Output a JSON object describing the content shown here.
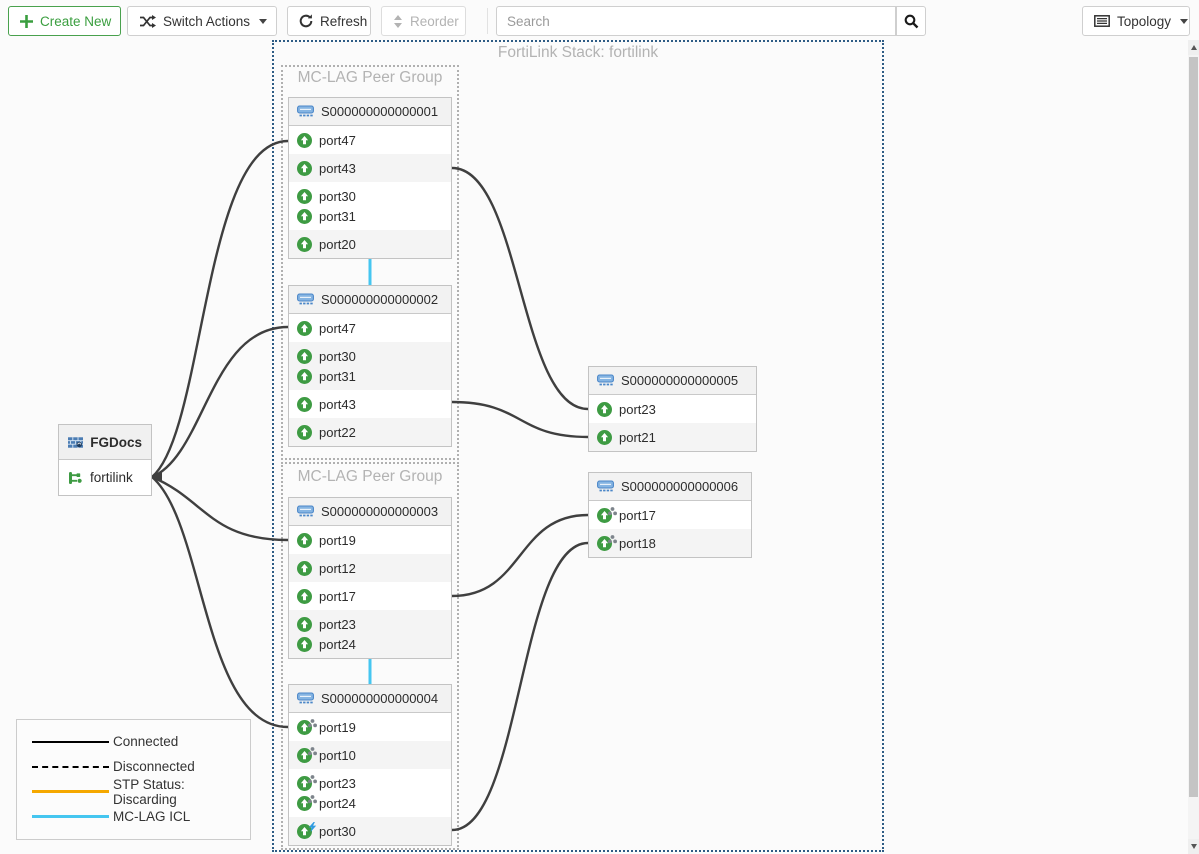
{
  "toolbar": {
    "create_new_label": "Create New",
    "switch_actions_label": "Switch Actions",
    "refresh_label": "Refresh",
    "reorder_label": "Reorder",
    "search_placeholder": "Search",
    "topology_label": "Topology"
  },
  "canvas": {
    "stack_title": "FortiLink Stack: fortilink",
    "groups": [
      {
        "title": "MC-LAG Peer Group"
      },
      {
        "title": "MC-LAG Peer Group"
      }
    ]
  },
  "fortigate": {
    "name": "FGDocs",
    "interface": "fortilink",
    "icon": "fortigate-icon",
    "interface_icon": "fortilink-icon"
  },
  "switches": [
    {
      "name": "S000000000000001",
      "icon": "switch-icon",
      "rows": [
        {
          "ports": [
            {
              "label": "port47",
              "icon": "port-up-icon"
            }
          ]
        },
        {
          "ports": [
            {
              "label": "port43",
              "icon": "port-up-icon"
            }
          ]
        },
        {
          "ports": [
            {
              "label": "port30",
              "icon": "port-up-icon"
            },
            {
              "label": "port31",
              "icon": "port-up-icon"
            }
          ]
        },
        {
          "ports": [
            {
              "label": "port20",
              "icon": "port-up-icon"
            }
          ]
        }
      ]
    },
    {
      "name": "S000000000000002",
      "icon": "switch-icon",
      "rows": [
        {
          "ports": [
            {
              "label": "port47",
              "icon": "port-up-icon"
            }
          ]
        },
        {
          "ports": [
            {
              "label": "port30",
              "icon": "port-up-icon"
            },
            {
              "label": "port31",
              "icon": "port-up-icon"
            }
          ]
        },
        {
          "ports": [
            {
              "label": "port43",
              "icon": "port-up-icon"
            }
          ]
        },
        {
          "ports": [
            {
              "label": "port22",
              "icon": "port-up-icon"
            }
          ]
        }
      ]
    },
    {
      "name": "S000000000000003",
      "icon": "switch-icon",
      "rows": [
        {
          "ports": [
            {
              "label": "port19",
              "icon": "port-up-icon"
            }
          ]
        },
        {
          "ports": [
            {
              "label": "port12",
              "icon": "port-up-icon"
            }
          ]
        },
        {
          "ports": [
            {
              "label": "port17",
              "icon": "port-up-icon"
            }
          ]
        },
        {
          "ports": [
            {
              "label": "port23",
              "icon": "port-up-icon"
            },
            {
              "label": "port24",
              "icon": "port-up-icon"
            }
          ]
        }
      ]
    },
    {
      "name": "S000000000000004",
      "icon": "switch-icon",
      "rows": [
        {
          "ports": [
            {
              "label": "port19",
              "icon": "port-up-lag-icon"
            }
          ]
        },
        {
          "ports": [
            {
              "label": "port10",
              "icon": "port-up-lag-icon"
            }
          ]
        },
        {
          "ports": [
            {
              "label": "port23",
              "icon": "port-up-lag-icon"
            },
            {
              "label": "port24",
              "icon": "port-up-lag-icon"
            }
          ]
        },
        {
          "ports": [
            {
              "label": "port30",
              "icon": "port-up-poe-icon"
            }
          ]
        }
      ]
    },
    {
      "name": "S000000000000005",
      "icon": "switch-icon",
      "rows": [
        {
          "ports": [
            {
              "label": "port23",
              "icon": "port-up-icon"
            }
          ]
        },
        {
          "ports": [
            {
              "label": "port21",
              "icon": "port-up-icon"
            }
          ]
        }
      ]
    },
    {
      "name": "S000000000000006",
      "icon": "switch-icon",
      "rows": [
        {
          "ports": [
            {
              "label": "port17",
              "icon": "port-up-lag-icon"
            }
          ]
        },
        {
          "ports": [
            {
              "label": "port18",
              "icon": "port-up-lag-icon"
            }
          ]
        }
      ]
    }
  ],
  "connections": [
    {
      "from": "FGDocs:fortilink",
      "to": "S000000000000001:port47",
      "type": "connected"
    },
    {
      "from": "FGDocs:fortilink",
      "to": "S000000000000002:port47",
      "type": "connected"
    },
    {
      "from": "FGDocs:fortilink",
      "to": "S000000000000003:port19",
      "type": "connected"
    },
    {
      "from": "FGDocs:fortilink",
      "to": "S000000000000004:port19",
      "type": "connected"
    },
    {
      "from": "S000000000000001:port43",
      "to": "S000000000000005:port23",
      "type": "connected"
    },
    {
      "from": "S000000000000002:port43",
      "to": "S000000000000005:port21",
      "type": "connected"
    },
    {
      "from": "S000000000000003:port17",
      "to": "S000000000000006:port17",
      "type": "connected"
    },
    {
      "from": "S000000000000004:port30",
      "to": "S000000000000006:port18",
      "type": "connected"
    },
    {
      "from": "S000000000000001",
      "to": "S000000000000002",
      "type": "mclag-icl"
    },
    {
      "from": "S000000000000003",
      "to": "S000000000000004",
      "type": "mclag-icl"
    }
  ],
  "legend": {
    "items": [
      {
        "label": "Connected",
        "style": "solid",
        "color": "#000000"
      },
      {
        "label": "Disconnected",
        "style": "dashed",
        "color": "#000000"
      },
      {
        "label": "STP Status: Discarding",
        "style": "solid",
        "color": "#f5a800"
      },
      {
        "label": "MC-LAG ICL",
        "style": "solid",
        "color": "#45c6f0"
      }
    ]
  },
  "colors": {
    "accent_green": "#3a9e3f",
    "port_green": "#3e9b43",
    "link_black": "#3f3f3f",
    "icl_cyan": "#45c6f0",
    "stp_orange": "#f5a800",
    "stack_border_blue": "#2e5c85",
    "group_border_gray": "#b0b0b0"
  }
}
